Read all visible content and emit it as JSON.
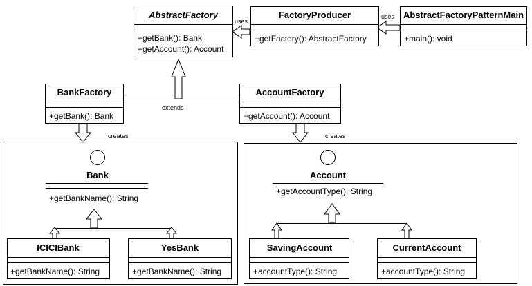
{
  "classes": {
    "abstract_factory": {
      "name": "AbstractFactory",
      "methods": [
        "+getBank(): Bank",
        "+getAccount(): Account"
      ]
    },
    "factory_producer": {
      "name": "FactoryProducer",
      "methods": [
        "+getFactory(): AbstractFactory"
      ]
    },
    "main": {
      "name": "AbstractFactoryPatternMain",
      "methods": [
        "+main(): void"
      ]
    },
    "bank_factory": {
      "name": "BankFactory",
      "methods": [
        "+getBank(): Bank"
      ]
    },
    "account_factory": {
      "name": "AccountFactory",
      "methods": [
        "+getAccount(): Account"
      ]
    },
    "icici_bank": {
      "name": "ICICIBank",
      "methods": [
        "+getBankName(): String"
      ]
    },
    "yes_bank": {
      "name": "YesBank",
      "methods": [
        "+getBankName(): String"
      ]
    },
    "saving_account": {
      "name": "SavingAccount",
      "methods": [
        "+accountType(): String"
      ]
    },
    "current_account": {
      "name": "CurrentAccount",
      "methods": [
        "+accountType(): String"
      ]
    }
  },
  "interfaces": {
    "bank": {
      "name": "Bank",
      "methods": [
        "+getBankName(): String"
      ]
    },
    "account": {
      "name": "Account",
      "methods": [
        "+getAccountType(): String"
      ]
    }
  },
  "labels": {
    "uses_1": "uses",
    "uses_2": "uses",
    "extends": "extends",
    "creates_1": "creates",
    "creates_2": "creates"
  }
}
